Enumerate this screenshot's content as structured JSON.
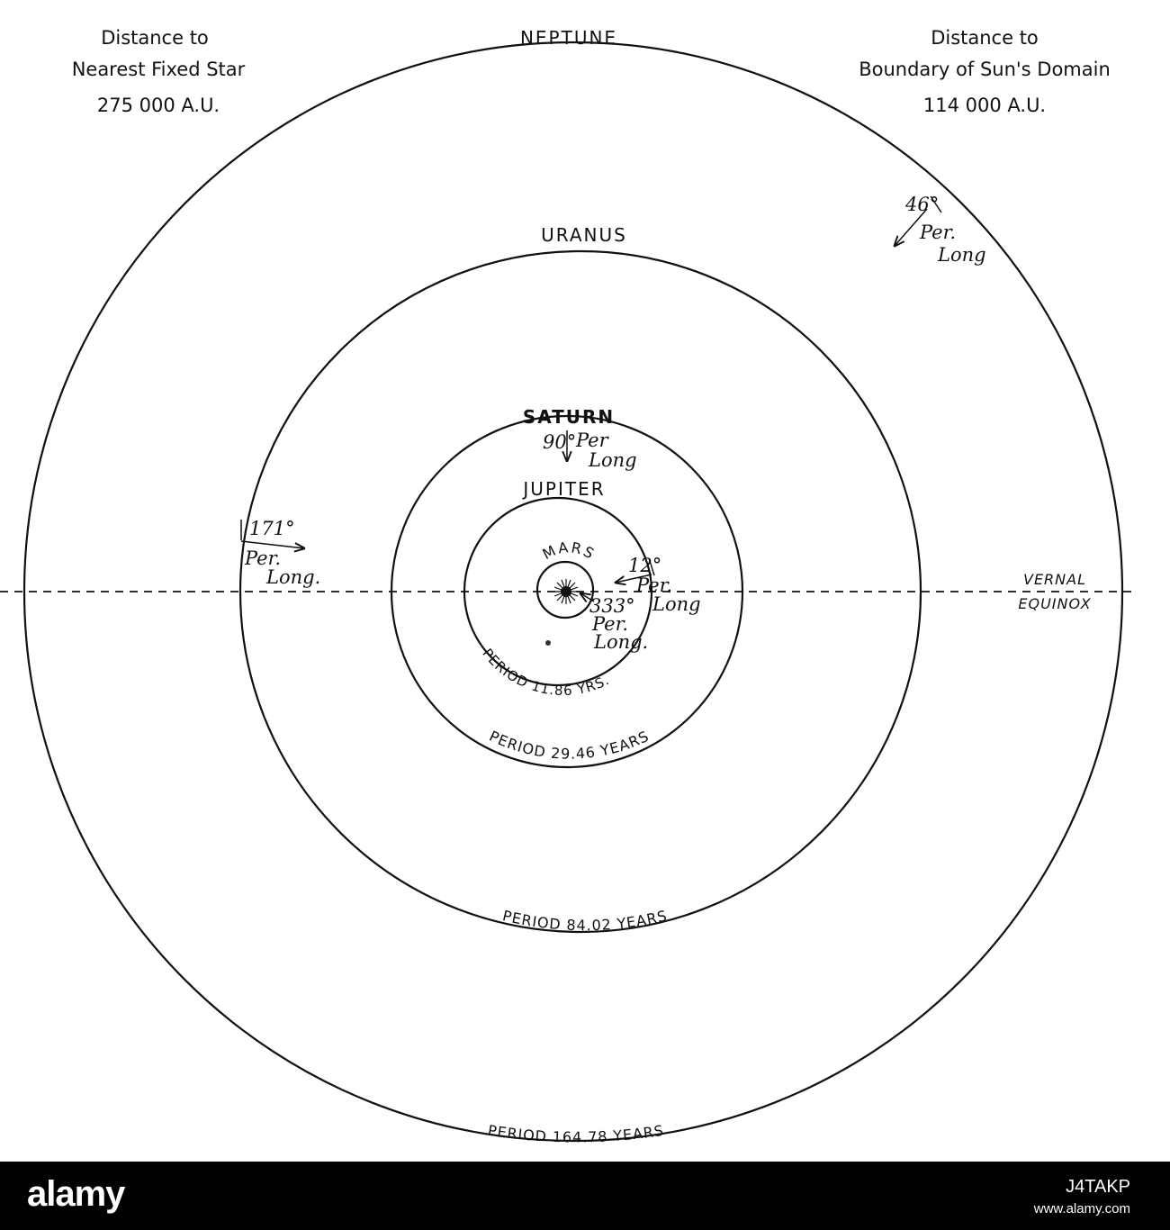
{
  "corner_left": {
    "line1": "Distance to",
    "line2": "Nearest Fixed Star",
    "line3": "275 000 A.U."
  },
  "corner_right": {
    "line1": "Distance to",
    "line2": "Boundary of Sun's Domain",
    "line3": "114 000 A.U."
  },
  "planets": {
    "neptune": "NEPTUNE",
    "uranus": "URANUS",
    "saturn": "SATURN",
    "jupiter": "JUPITER",
    "mars": "MARS"
  },
  "periods": {
    "neptune": "PERIOD 164.78 YEARS",
    "uranus": "PERIOD 84.02 YEARS",
    "saturn": "PERIOD 29.46 YEARS",
    "jupiter": "PERIOD 11.86 YRS."
  },
  "perihelia": {
    "neptune": {
      "angle": "46°",
      "per": "Per.",
      "long": "Long"
    },
    "uranus": {
      "angle": "171°",
      "per": "Per.",
      "long": "Long."
    },
    "saturn": {
      "angle": "90°",
      "per": "Per",
      "long": "Long"
    },
    "jupiter": {
      "angle": "12°",
      "per": "Per.",
      "long": "Long"
    },
    "mars": {
      "angle": "333°",
      "per": "Per.",
      "long": "Long."
    }
  },
  "equinox": {
    "line1": "VERNAL",
    "line2": "EQUINOX"
  },
  "watermark": {
    "brand": "alamy",
    "image_id": "J4TAKP",
    "site": "www.alamy.com"
  }
}
